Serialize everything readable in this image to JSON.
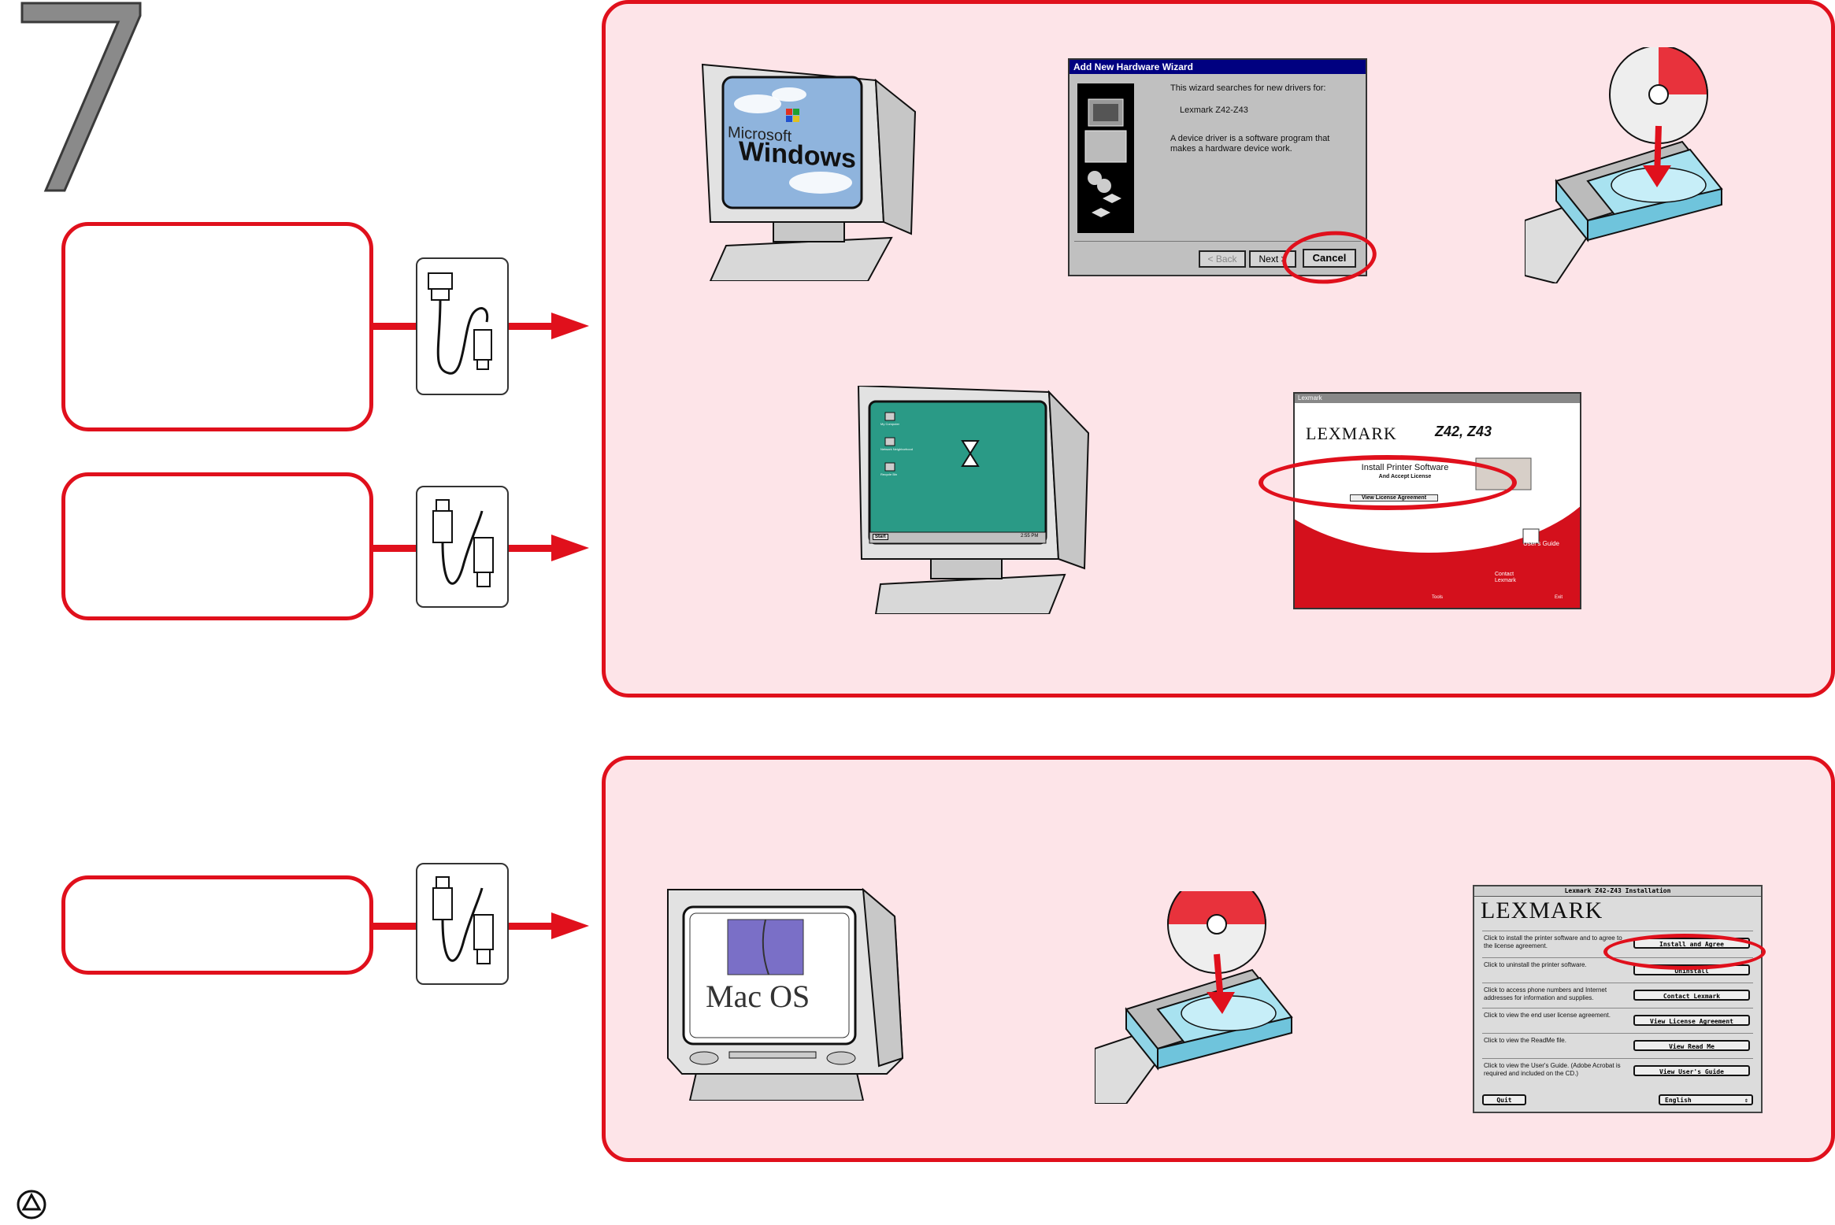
{
  "step_number": "7",
  "colors": {
    "accent_red": "#e0101c",
    "panel_pink": "#fde4e8",
    "step_gray": "#8a8a8a"
  },
  "windows_panel": {
    "monitor_logo": {
      "line1": "Microsoft",
      "line2": "Windows"
    },
    "hardware_wizard": {
      "title": "Add New Hardware Wizard",
      "intro": "This wizard searches for new drivers for:",
      "device": "Lexmark Z42-Z43",
      "description": "A device driver is a software program that makes a hardware device work.",
      "back_label": "< Back",
      "next_label": "Next >",
      "cancel_label": "Cancel"
    },
    "desktop": {
      "icons": [
        "My Computer",
        "Network Neighborhood",
        "Recycle Bin"
      ],
      "start_label": "Start",
      "clock": "2:55 PM"
    },
    "lexmark_cd": {
      "window_title": "Lexmark",
      "brand": "LEXMARK",
      "models": "Z42, Z43",
      "install_label": "Install Printer Software",
      "install_sub": "And Accept License",
      "license_label": "View License Agreement",
      "menu": [
        "User's Guide",
        "Contact Lexmark",
        "Tools",
        "Exit"
      ]
    }
  },
  "mac_panel": {
    "monitor_logo": "Mac OS",
    "installer": {
      "title": "Lexmark Z42-Z43 Installation",
      "brand": "LEXMARK",
      "rows": [
        {
          "text": "Click to install the printer software and to agree to the license agreement.",
          "button": "Install and Agree"
        },
        {
          "text": "Click to uninstall the printer software.",
          "button": "Uninstall"
        },
        {
          "text": "Click to access phone numbers and Internet addresses for information and supplies.",
          "button": "Contact Lexmark"
        },
        {
          "text": "Click to view the end user license agreement.",
          "button": "View License Agreement"
        },
        {
          "text": "Click to view the ReadMe file.",
          "button": "View Read Me"
        },
        {
          "text": "Click to view the User's Guide. (Adobe Acrobat is required and included on the CD.)",
          "button": "View User's Guide"
        }
      ],
      "quit_label": "Quit",
      "language": "English"
    }
  }
}
